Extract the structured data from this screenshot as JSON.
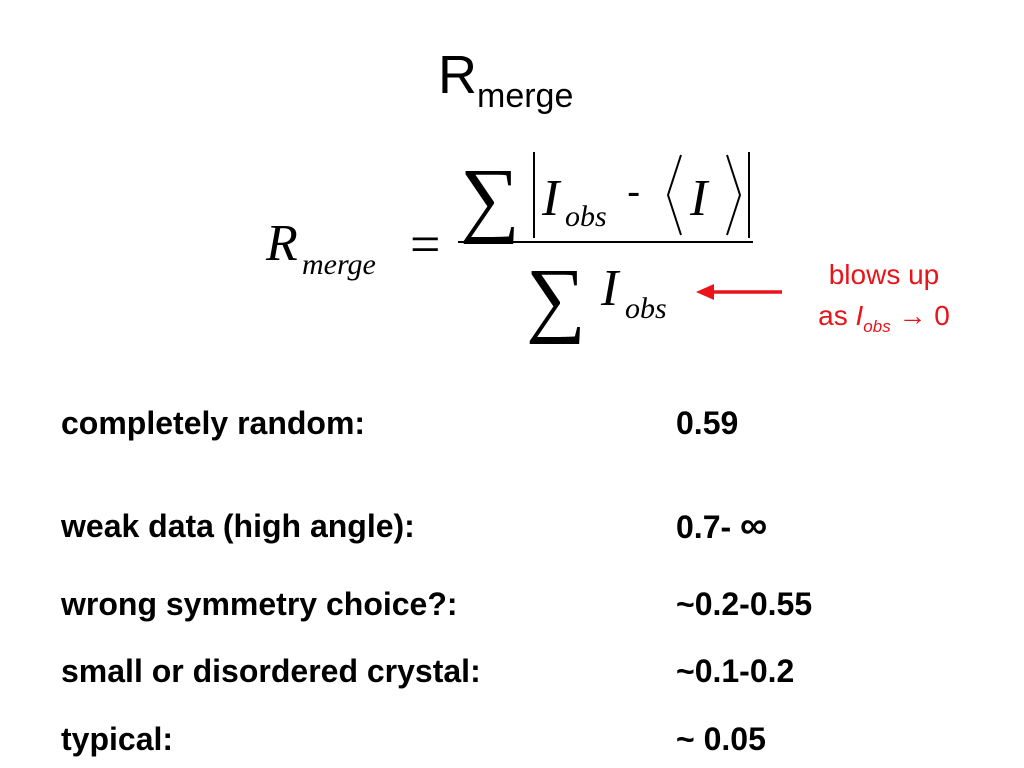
{
  "title": {
    "main": "R",
    "sub": "merge"
  },
  "formula": {
    "lhs_symbol": "R",
    "lhs_sub": "merge",
    "equals": "=",
    "numerator": {
      "sum": "∑",
      "bar_left": "|",
      "var": "I",
      "var_sub": "obs",
      "minus": "-",
      "angle_open": "⟨",
      "mean_var": "I",
      "angle_close": "⟩",
      "bar_right": "|"
    },
    "denominator": {
      "sum": "∑",
      "var": "I",
      "var_sub": "obs"
    },
    "colors": {
      "arrow": "#e8141a"
    }
  },
  "note": {
    "line1": "blows up",
    "prefix": "as ",
    "var": "I",
    "var_sub": "obs",
    "suffix": " → 0",
    "color": "#e8141a"
  },
  "rows": [
    {
      "label": "completely random:",
      "value": "0.59"
    },
    {
      "label": "weak data (high angle):",
      "value": "0.7- ",
      "value_symbol": "∞"
    },
    {
      "label": "wrong symmetry choice?:",
      "value": "~0.2-0.55"
    },
    {
      "label": "small or disordered crystal:",
      "value": "~0.1-0.2"
    },
    {
      "label": "typical:",
      "value": "~ 0.05"
    }
  ]
}
